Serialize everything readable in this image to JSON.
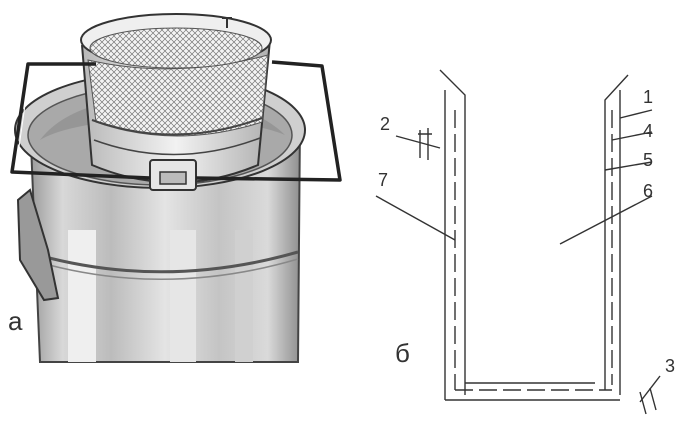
{
  "panel_a": {
    "label": "а"
  },
  "panel_b": {
    "label": "б",
    "callouts": [
      "1",
      "2",
      "3",
      "4",
      "5",
      "6",
      "7"
    ]
  },
  "colors": {
    "ink": "#333333",
    "metal_light": "#d0d0d0",
    "metal_mid": "#a8a8a8",
    "metal_dark": "#7a7a7a"
  }
}
